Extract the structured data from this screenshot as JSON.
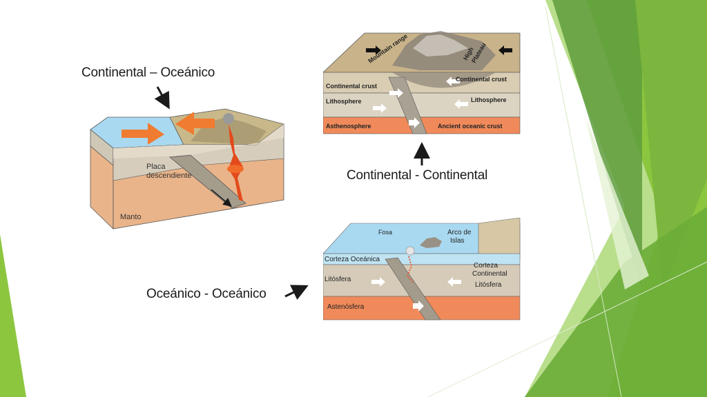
{
  "captions": {
    "continental_oceanic": "Continental – Oceánico",
    "continental_continental": "Continental - Continental",
    "oceanic_oceanic": "Oceánico - Oceánico"
  },
  "diagram_co": {
    "placa_line1": "Placa",
    "placa_line2": "descendiente",
    "manto": "Manto"
  },
  "diagram_cc": {
    "mountain_range": "Mountain range",
    "high_line1": "High",
    "high_line2": "Plateau",
    "continental_crust_left": "Continental crust",
    "continental_crust_right": "Continental crust",
    "lithosphere_left": "Lithosphere",
    "lithosphere_right": "Lithosphere",
    "asthenosphere": "Asthenosphere",
    "ancient_oceanic_crust": "Ancient oceanic crust"
  },
  "diagram_oo": {
    "fosa": "Fosa",
    "arco_line1": "Arco de",
    "arco_line2": "Islas",
    "corteza_oceanica": "Corteza Oceánica",
    "corteza_line1": "Corteza",
    "corteza_line2": "Continental",
    "litosfera_left": "Litósfera",
    "litosfera_right": "Litósfera",
    "astenosfera": "Astenósfera"
  },
  "colors": {
    "green_dark": "#5d9b3a",
    "green_mid": "#7dbb42",
    "green_light": "#a9d46f",
    "ocean": "#a9d9f0",
    "orange_arrow": "#f07c32",
    "asthenosphere": "#f08a5a",
    "mantle": "#e9b48a"
  }
}
